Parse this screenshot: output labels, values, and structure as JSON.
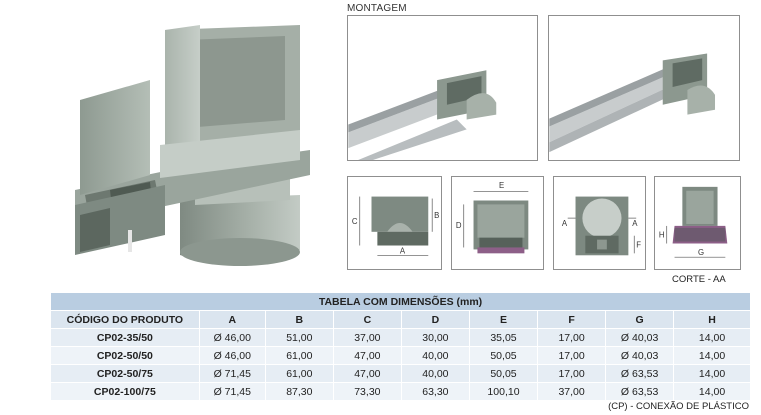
{
  "montagem": {
    "title": "MONTAGEM"
  },
  "views": {
    "labels_side": [
      "C",
      "B",
      "A"
    ],
    "labels_front": [
      "E",
      "D"
    ],
    "labels_top": [
      "A",
      "A",
      "F"
    ],
    "labels_section": [
      "H",
      "G"
    ],
    "corte_label": "CORTE - AA"
  },
  "table": {
    "title": "TABELA COM DIMENSÕES (mm)",
    "headers": [
      "CÓDIGO DO PRODUTO",
      "A",
      "B",
      "C",
      "D",
      "E",
      "F",
      "G",
      "H"
    ],
    "rows": [
      [
        "CP02-35/50",
        "Ø 46,00",
        "51,00",
        "37,00",
        "30,00",
        "35,05",
        "17,00",
        "Ø 40,03",
        "14,00"
      ],
      [
        "CP02-50/50",
        "Ø 46,00",
        "61,00",
        "47,00",
        "40,00",
        "50,05",
        "17,00",
        "Ø 40,03",
        "14,00"
      ],
      [
        "CP02-50/75",
        "Ø 71,45",
        "61,00",
        "47,00",
        "40,00",
        "50,05",
        "17,00",
        "Ø 63,53",
        "14,00"
      ],
      [
        "CP02-100/75",
        "Ø 71,45",
        "87,30",
        "73,30",
        "63,30",
        "100,10",
        "37,00",
        "Ø 63,53",
        "14,00"
      ]
    ]
  },
  "footnote": "(CP) - CONEXÃO  DE PLÁSTICO"
}
